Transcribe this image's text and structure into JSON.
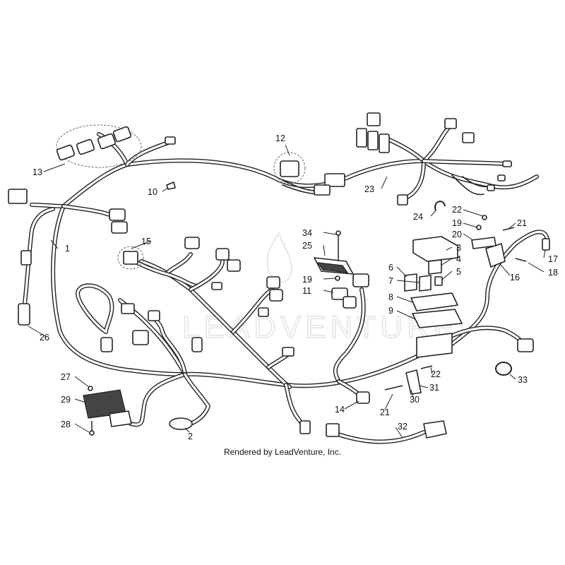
{
  "watermark": "LEADVENTURE",
  "credit": "Rendered by LeadVenture, Inc.",
  "callouts": {
    "c1": "1",
    "c2": "2",
    "c3": "3",
    "c4": "4",
    "c5": "5",
    "c6": "6",
    "c7": "7",
    "c8": "8",
    "c9": "9",
    "c10": "10",
    "c11": "11",
    "c12": "12",
    "c13": "13",
    "c14": "14",
    "c15": "15",
    "c16": "16",
    "c17": "17",
    "c18": "18",
    "c19a": "19",
    "c19b": "19",
    "c20": "20",
    "c21a": "21",
    "c21b": "21",
    "c22a": "22",
    "c22b": "22",
    "c23": "23",
    "c24": "24",
    "c25": "25",
    "c26": "26",
    "c27": "27",
    "c28": "28",
    "c29": "29",
    "c30": "30",
    "c31": "31",
    "c32": "32",
    "c33": "33",
    "c34": "34"
  }
}
